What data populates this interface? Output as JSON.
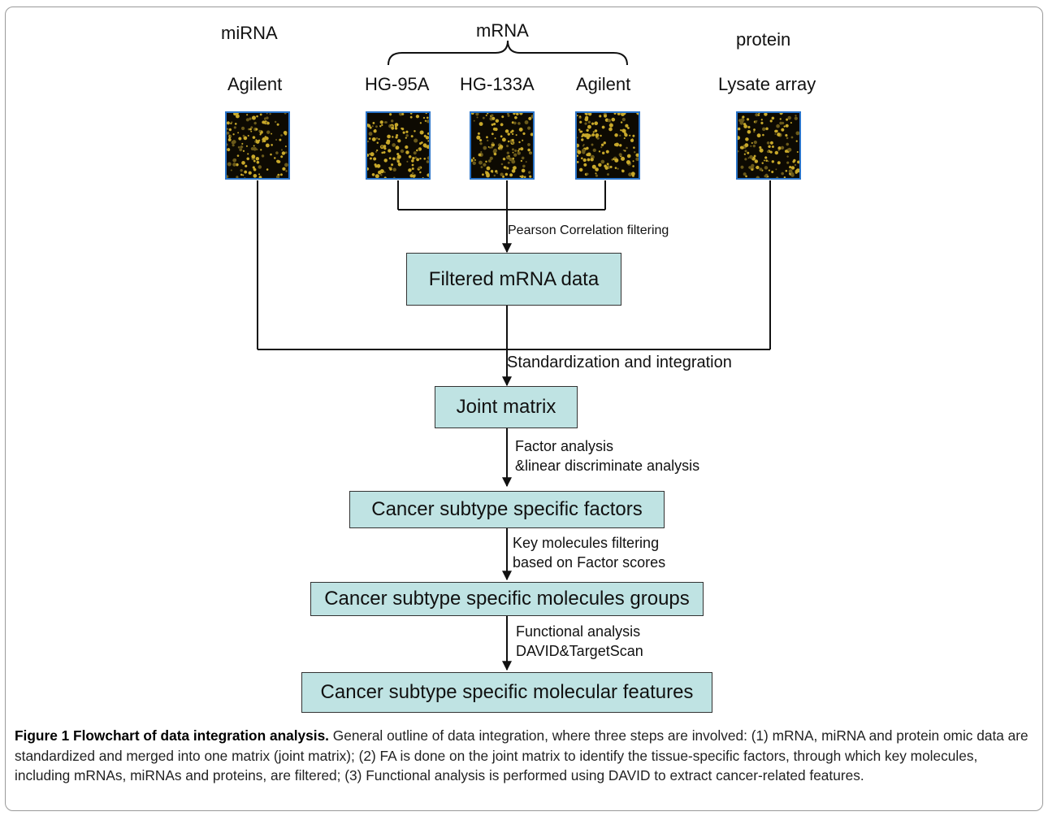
{
  "headers": {
    "mirna": "miRNA",
    "mrna": "mRNA",
    "protein": "protein"
  },
  "platforms": [
    "Agilent",
    "HG-95A",
    "HG-133A",
    "Agilent",
    "Lysate array"
  ],
  "annotations": {
    "pearson": "Pearson Correlation filtering",
    "standardization": "Standardization and integration",
    "factor_line1": "Factor analysis",
    "factor_line2": "&linear discriminate analysis",
    "key_line1": "Key molecules filtering",
    "key_line2": "based on Factor scores",
    "functional_line1": "Functional analysis",
    "functional_line2": "DAVID&TargetScan"
  },
  "boxes": {
    "filtered": "Filtered mRNA data",
    "joint": "Joint matrix",
    "factors": "Cancer subtype specific factors",
    "groups": "Cancer subtype specific molecules groups",
    "features": "Cancer subtype specific molecular features"
  },
  "caption": {
    "label": "Figure 1 Flowchart of data integration analysis.",
    "text": " General outline of data integration, where three steps are involved: (1) mRNA, miRNA and protein omic data are standardized and merged into one matrix (joint matrix); (2) FA is done on the joint matrix to identify the tissue-specific factors, through which key molecules, including mRNAs, miRNAs and proteins, are filtered; (3) Functional analysis is performed using DAVID to extract cancer-related features."
  },
  "colors": {
    "box_fill": "#bfe3e3",
    "tile_border": "#2a74c9",
    "tile_spots": "#c9a92a"
  }
}
